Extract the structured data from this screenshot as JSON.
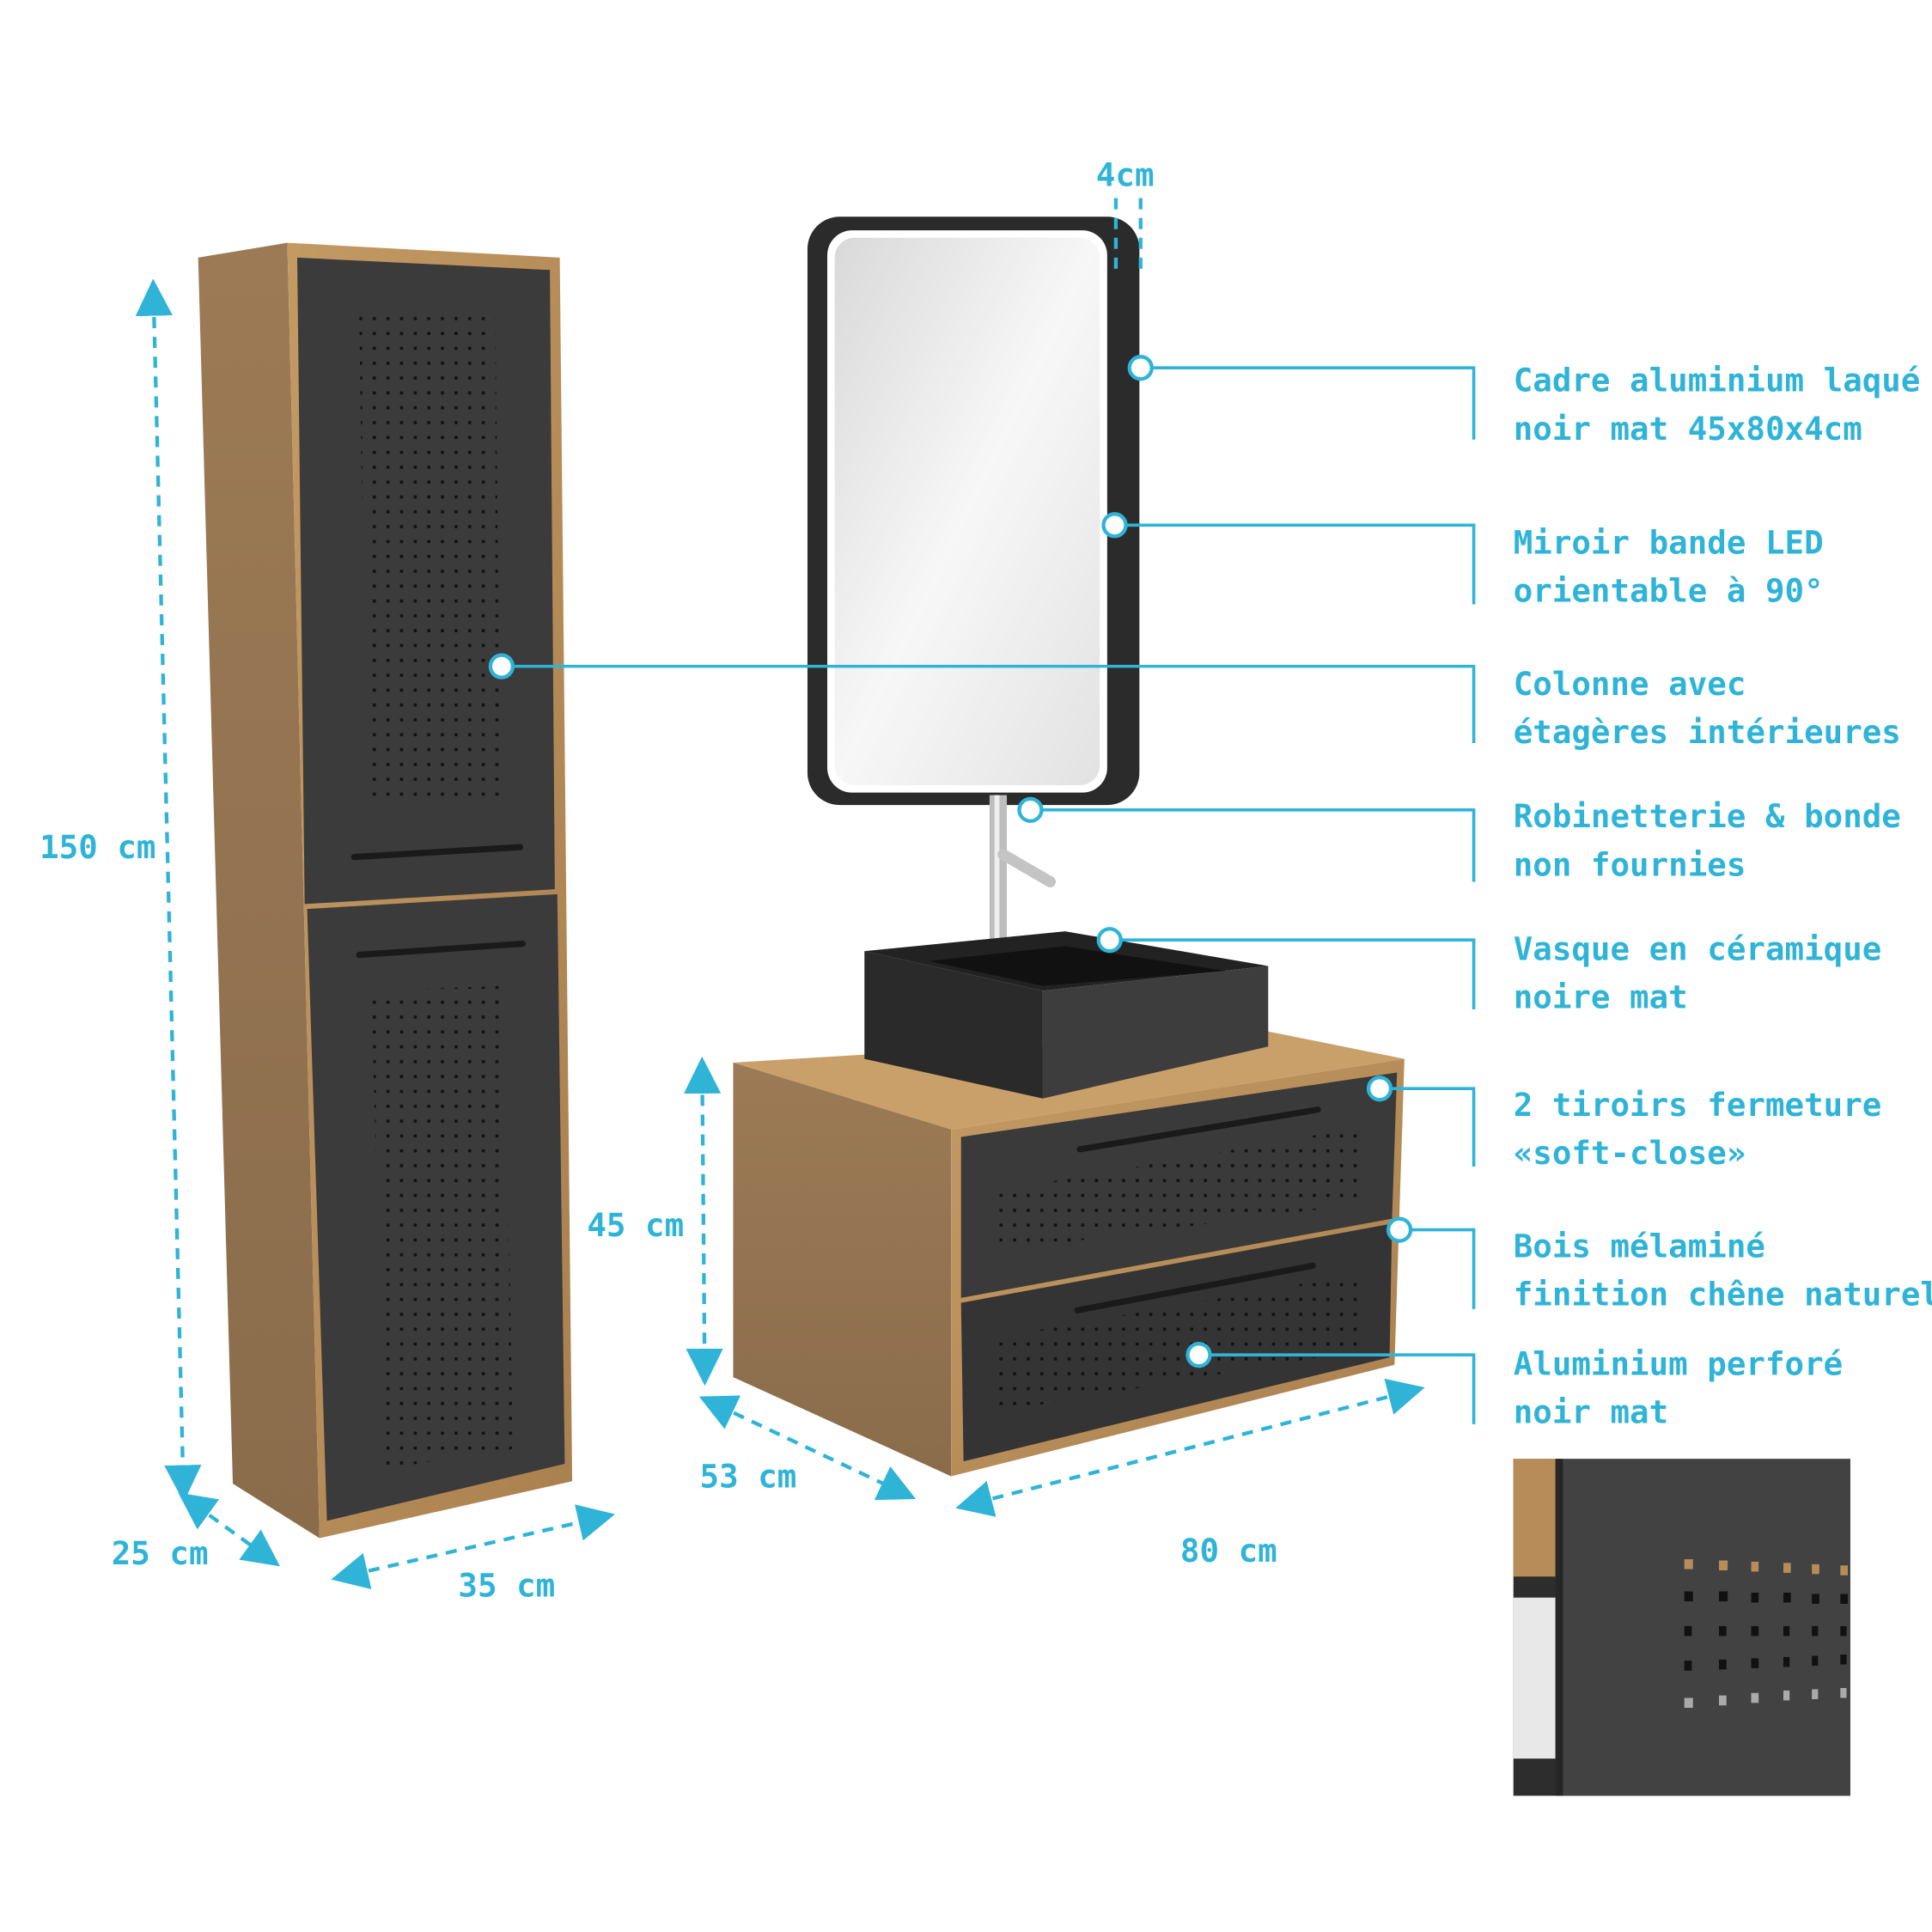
{
  "colors": {
    "accent": "#2fb4d8",
    "oak": "#b98d58",
    "panel": "#3a3a3a"
  },
  "dimensions": {
    "mirror_depth": "4cm",
    "column_height": "150 cm",
    "column_depth": "25 cm",
    "column_width": "35 cm",
    "vanity_height": "45 cm",
    "vanity_depth": "53 cm",
    "vanity_width": "80 cm"
  },
  "callouts": [
    {
      "line1": "Cadre aluminium laqué",
      "line2": "noir mat 45x80x4cm"
    },
    {
      "line1": "Miroir bande LED",
      "line2": "orientable à 90°"
    },
    {
      "line1": "Colonne avec",
      "line2": "étagères intérieures"
    },
    {
      "line1": "Robinetterie & bonde",
      "line2": "non fournies"
    },
    {
      "line1": "Vasque en céramique",
      "line2": "noire mat"
    },
    {
      "line1": "2 tiroirs fermeture",
      "line2": "«soft-close»"
    },
    {
      "line1": "Bois mélaminé",
      "line2": "finition chêne naturel"
    },
    {
      "line1": "Aluminium perforé",
      "line2": "noir mat"
    }
  ]
}
